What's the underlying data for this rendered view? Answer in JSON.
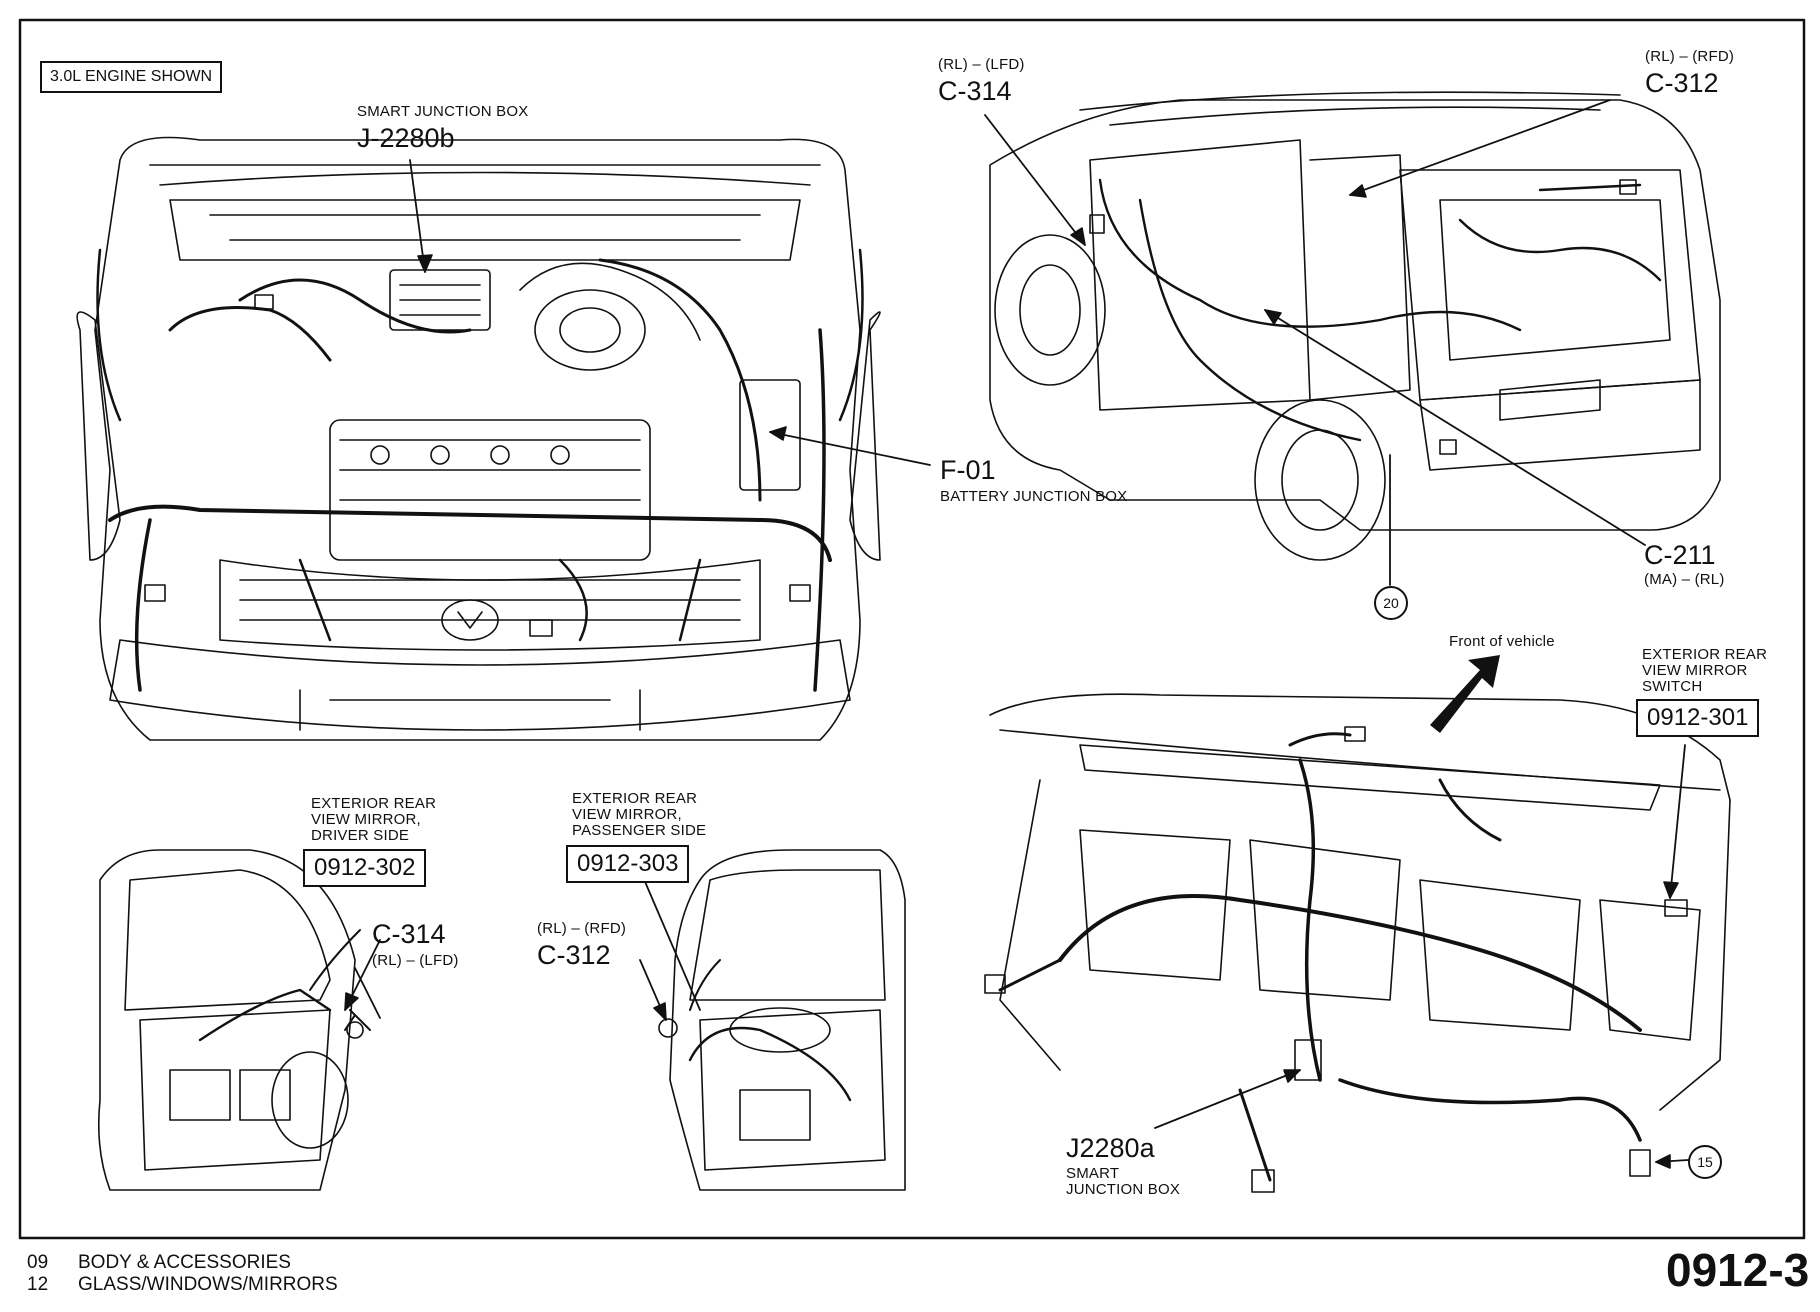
{
  "engine_view": {
    "caption": "3.0L ENGINE SHOWN",
    "smart_junction_box_b": {
      "desc": "SMART JUNCTION BOX",
      "id": "J-2280b"
    },
    "battery_junction_box": {
      "id": "F-01",
      "desc": "BATTERY JUNCTION BOX"
    }
  },
  "rear_view": {
    "c314": {
      "code": "(RL) – (LFD)",
      "id": "C-314"
    },
    "c312": {
      "code": "(RL) – (RFD)",
      "id": "C-312"
    },
    "c211": {
      "id": "C-211",
      "code": "(MA) – (RL)"
    },
    "callout_20": "20"
  },
  "dash_view": {
    "front_of_vehicle": "Front of vehicle",
    "mirror_switch": {
      "desc": "EXTERIOR REAR\nVIEW MIRROR\nSWITCH",
      "id": "0912-301"
    },
    "smart_junction_box_a": {
      "id": "J2280a",
      "desc": "SMART\nJUNCTION BOX"
    },
    "callout_15": "15"
  },
  "driver_door": {
    "desc": "EXTERIOR REAR\nVIEW MIRROR,\nDRIVER SIDE",
    "id": "0912-302",
    "connector": {
      "id": "C-314",
      "code": "(RL) – (LFD)"
    }
  },
  "passenger_door": {
    "desc": "EXTERIOR REAR\nVIEW MIRROR,\nPASSENGER SIDE",
    "id": "0912-303",
    "connector": {
      "code": "(RL) – (RFD)",
      "id": "C-312"
    }
  },
  "footer": {
    "group_no": "09",
    "group_name": "BODY & ACCESSORIES",
    "section_no": "12",
    "section_name": "GLASS/WINDOWS/MIRRORS",
    "page": "0912-3"
  }
}
